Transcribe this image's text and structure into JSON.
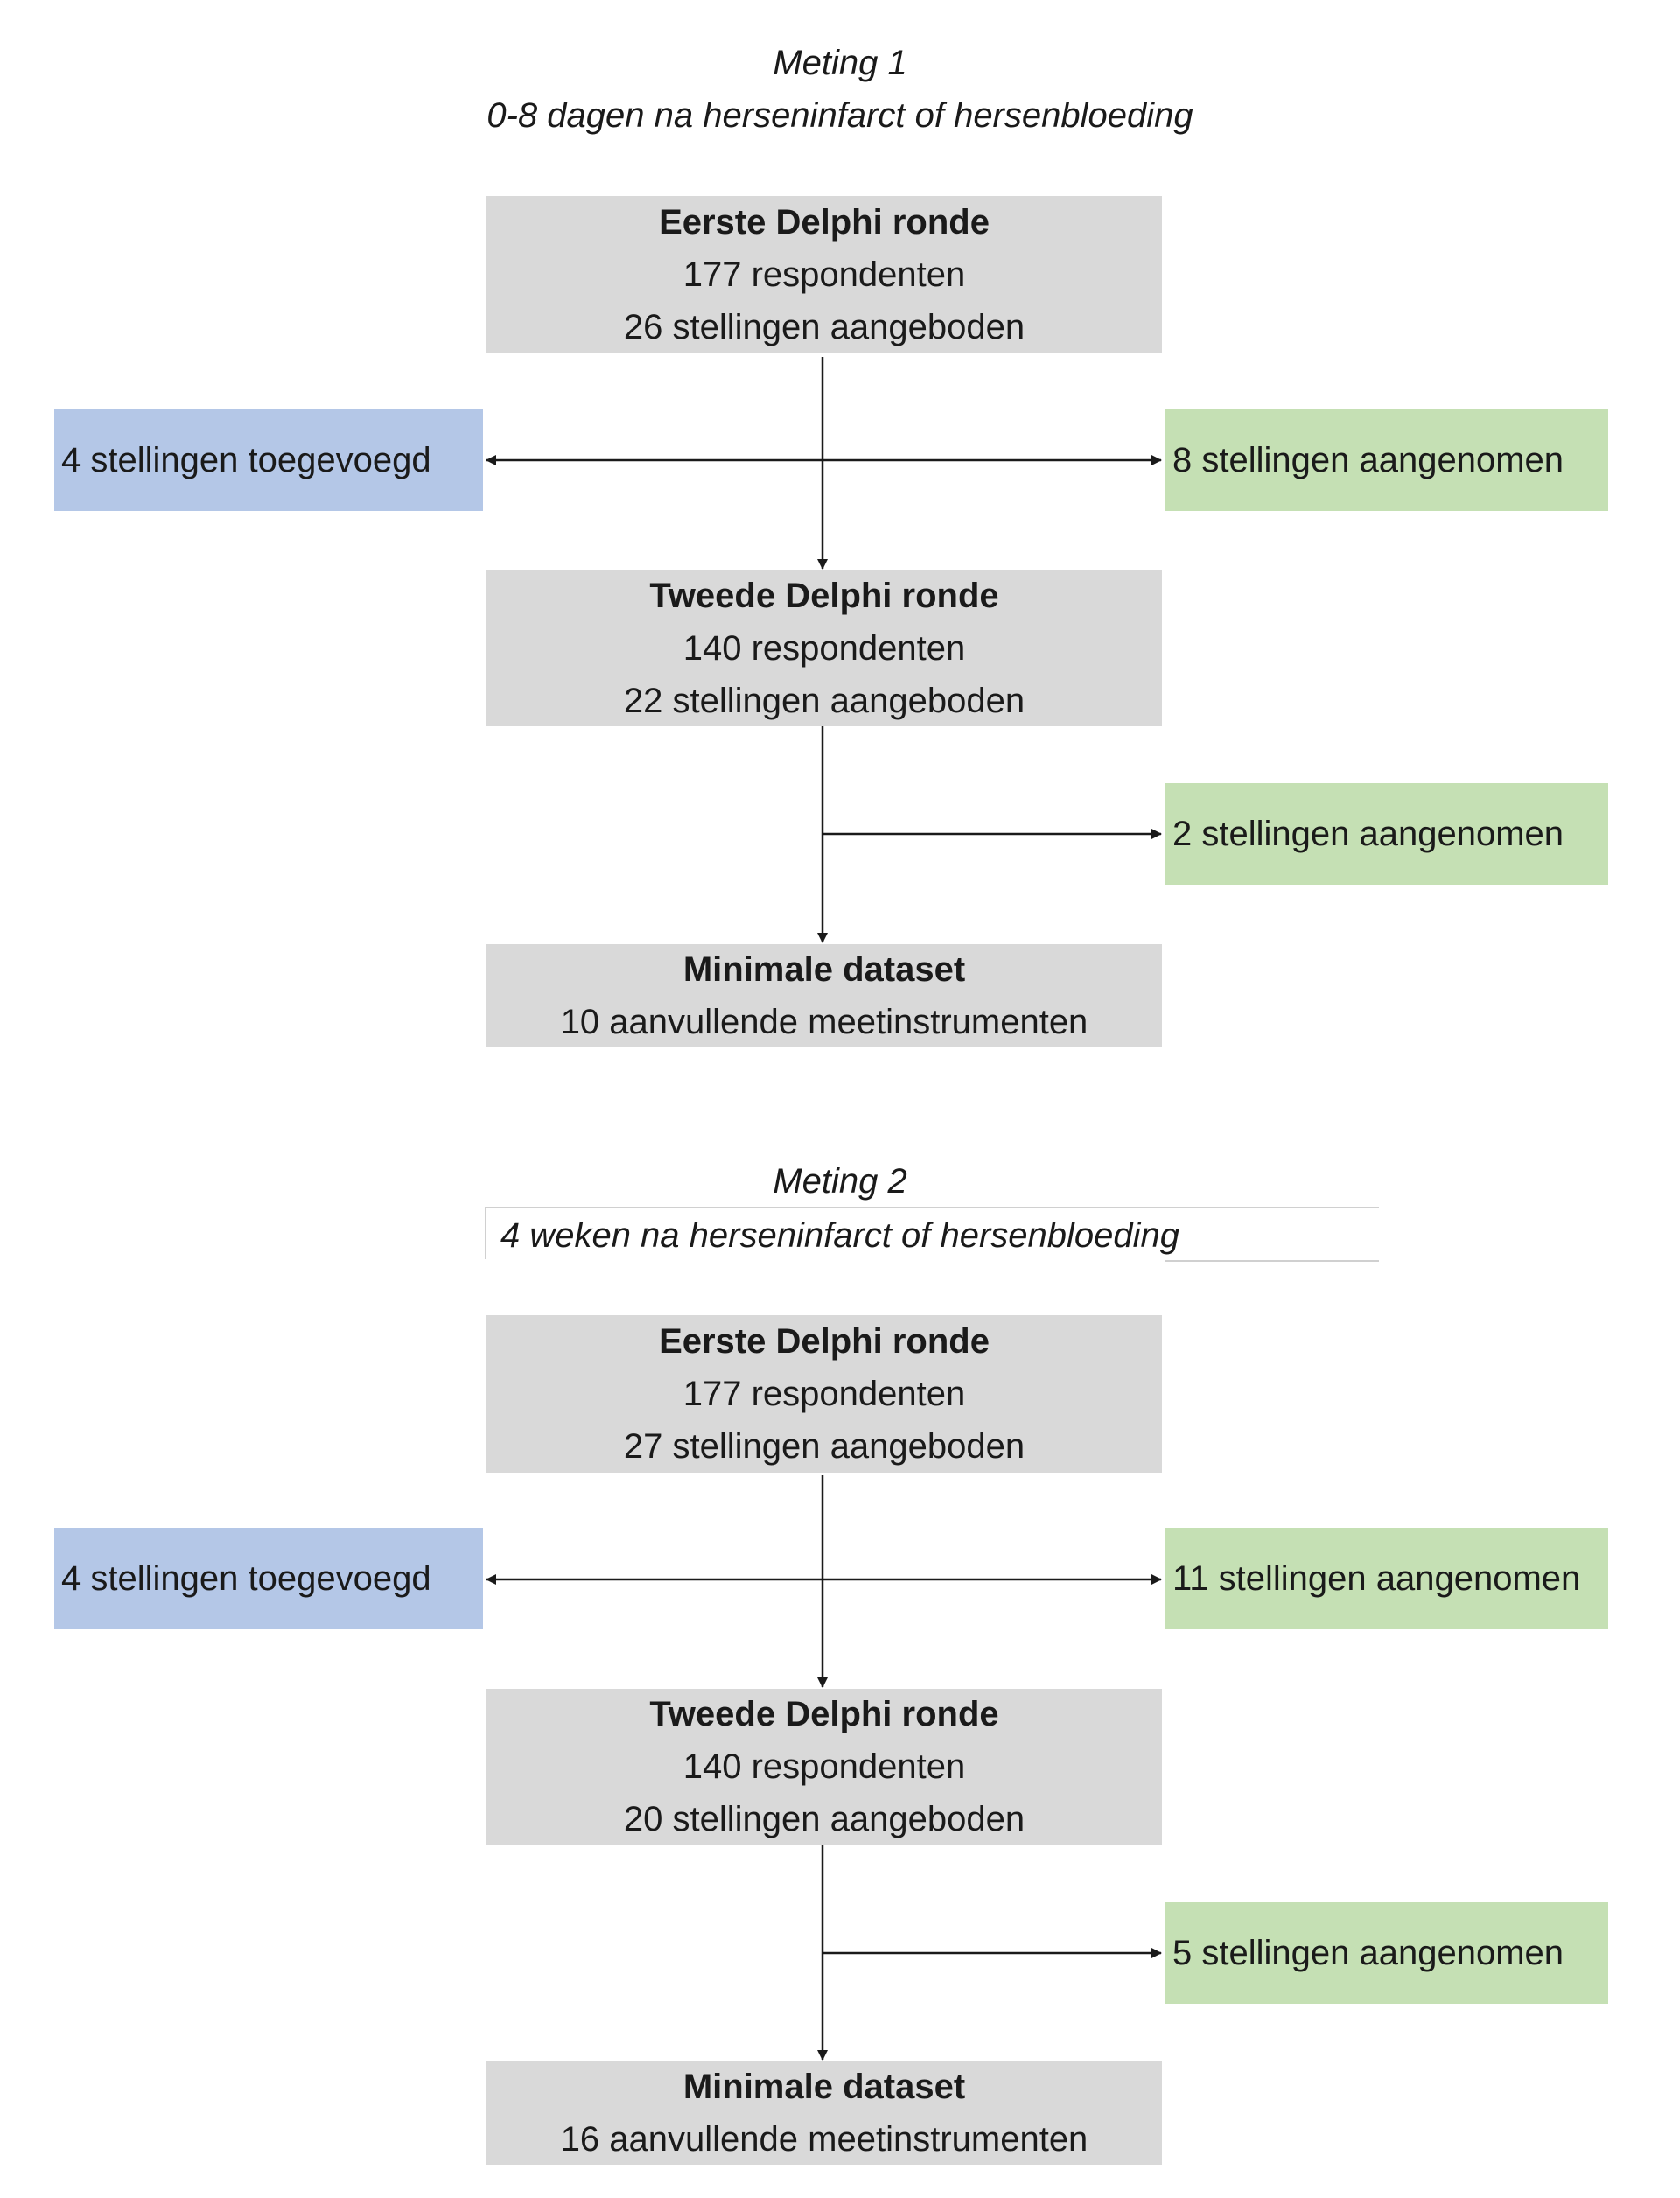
{
  "sections": [
    {
      "title": "Meting 1",
      "subtitle": "0-8 dagen na herseninfarct of hersenbloeding",
      "round1": {
        "title": "Eerste Delphi ronde",
        "respondents": "177 respondenten",
        "statements": "26 stellingen aangeboden"
      },
      "added": "4 stellingen toegevoegd",
      "accepted1": "8 stellingen aangenomen",
      "round2": {
        "title": "Tweede Delphi ronde",
        "respondents": "140 respondenten",
        "statements": "22 stellingen aangeboden"
      },
      "accepted2": "2 stellingen aangenomen",
      "result": {
        "title": "Minimale dataset",
        "text": "10 aanvullende meetinstrumenten"
      }
    },
    {
      "title": "Meting 2",
      "subtitle": "4 weken na herseninfarct of hersenbloeding",
      "round1": {
        "title": "Eerste Delphi ronde",
        "respondents": "177 respondenten",
        "statements": "27 stellingen aangeboden"
      },
      "added": "4 stellingen toegevoegd",
      "accepted1": "11 stellingen aangenomen",
      "round2": {
        "title": "Tweede Delphi ronde",
        "respondents": "140 respondenten",
        "statements": "20 stellingen aangeboden"
      },
      "accepted2": "5 stellingen aangenomen",
      "result": {
        "title": "Minimale dataset",
        "text": "16 aanvullende meetinstrumenten"
      }
    }
  ],
  "colors": {
    "gray_box": "#d9d9d9",
    "blue_box": "#b4c7e7",
    "green_box": "#c5e0b4",
    "arrow": "#1a1a1a"
  }
}
